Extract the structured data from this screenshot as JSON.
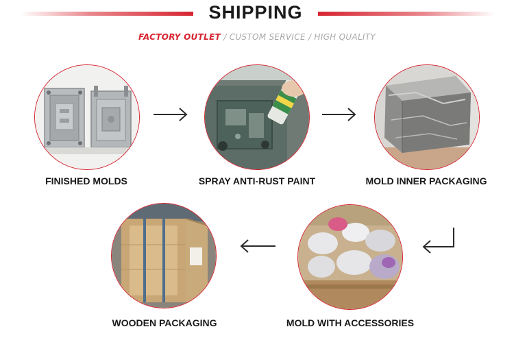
{
  "header": {
    "title": "SHIPPING",
    "tagline_accent": "FACTORY OUTLET",
    "tagline_rest": " / CUSTOM SERVICE / HIGH QUALITY"
  },
  "steps": [
    {
      "label": "FINISHED MOLDS"
    },
    {
      "label": "SPRAY ANTI-RUST PAINT"
    },
    {
      "label": "MOLD INNER PACKAGING"
    },
    {
      "label": "MOLD WITH ACCESSORIES"
    },
    {
      "label": "WOODEN PACKAGING"
    }
  ],
  "icons": {
    "arrow_right": "arrow-right-icon",
    "arrow_left": "arrow-left-icon",
    "arrow_return": "return-arrow-icon"
  },
  "colors": {
    "accent": "#d62531",
    "text": "#1a1a1a",
    "tagline_gray": "#a8a8a8"
  }
}
